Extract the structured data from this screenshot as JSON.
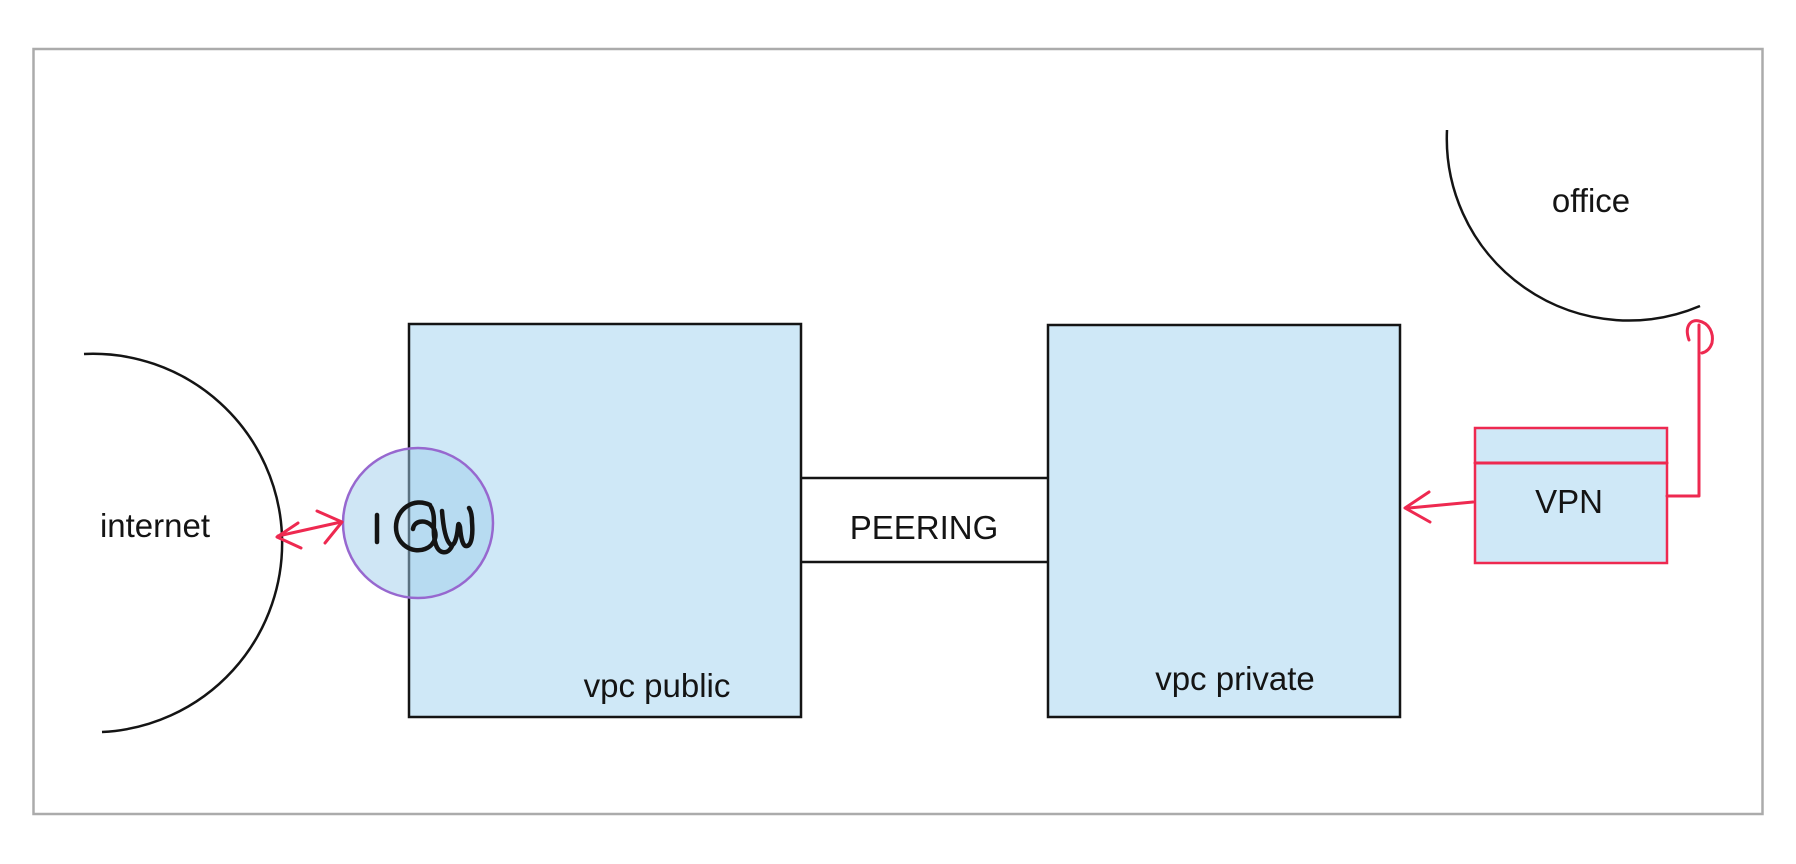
{
  "nodes": {
    "internet": {
      "label": "internet",
      "shape": "open-arc"
    },
    "igw": {
      "label": "IGW",
      "shape": "circle",
      "label_style": "hand-drawn"
    },
    "vpc_public": {
      "label": "vpc public",
      "shape": "rectangle"
    },
    "vpc_private": {
      "label": "vpc private",
      "shape": "rectangle"
    },
    "vpn": {
      "label": "VPN",
      "shape": "rectangle-with-header"
    },
    "office": {
      "label": "office",
      "shape": "open-arc"
    }
  },
  "connections": {
    "peering": {
      "label": "PEERING",
      "from": "vpc_public",
      "to": "vpc_private",
      "style": "parallel-channel"
    },
    "internet_igw": {
      "label": "",
      "from": "internet",
      "to": "igw",
      "style": "double-headed-arrow"
    },
    "vpn_to_private": {
      "label": "",
      "from": "vpn",
      "to": "vpc_private",
      "style": "arrow"
    },
    "vpn_to_office": {
      "label": "",
      "from": "vpn",
      "to": "office",
      "style": "elbow-arrow-up"
    }
  },
  "colors": {
    "background": "#ffffff",
    "frame_border": "#ababab",
    "ink": "#141414",
    "node_fill": "#cfe8f7",
    "igw_fill": "#9fcdec",
    "igw_stroke": "#9768cf",
    "accent_red": "#ee2950"
  }
}
